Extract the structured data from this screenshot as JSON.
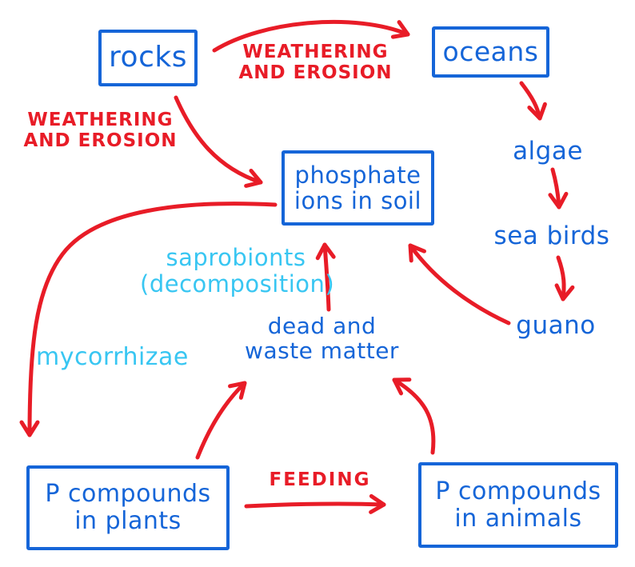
{
  "diagram": {
    "subject": "phosphorus cycle",
    "colors": {
      "node_blue": "#1565d8",
      "arrow_red": "#e81c27",
      "microbe_cyan": "#38c6f2",
      "background": "#ffffff"
    },
    "nodes": {
      "rocks": {
        "label": "rocks"
      },
      "oceans": {
        "label": "oceans"
      },
      "phosphate_soil": {
        "line1": "phosphate",
        "line2": "ions in soil"
      },
      "plants": {
        "line1": "P compounds",
        "line2": "in plants"
      },
      "animals": {
        "line1": "P compounds",
        "line2": "in animals"
      }
    },
    "terms": {
      "algae": "algae",
      "sea_birds": "sea birds",
      "guano": "guano",
      "dead_waste": {
        "line1": "dead and",
        "line2": "waste matter"
      }
    },
    "process_labels": {
      "weathering_top": {
        "line1": "WEATHERING",
        "line2": "AND EROSION"
      },
      "weathering_left": {
        "line1": "WEATHERING",
        "line2": "AND EROSION"
      },
      "feeding": "FEEDING",
      "saprobionts": {
        "line1": "saprobionts",
        "line2": "(decomposition)"
      },
      "mycorrhizae": "mycorrhizae"
    },
    "edges": [
      {
        "from": "rocks",
        "to": "oceans",
        "via": "weathering and erosion"
      },
      {
        "from": "rocks",
        "to": "phosphate ions in soil",
        "via": "weathering and erosion"
      },
      {
        "from": "oceans",
        "to": "algae"
      },
      {
        "from": "algae",
        "to": "sea birds"
      },
      {
        "from": "sea birds",
        "to": "guano"
      },
      {
        "from": "guano",
        "to": "phosphate ions in soil"
      },
      {
        "from": "phosphate ions in soil",
        "to": "P compounds in plants",
        "via": "mycorrhizae"
      },
      {
        "from": "P compounds in plants",
        "to": "P compounds in animals",
        "via": "feeding"
      },
      {
        "from": "P compounds in plants",
        "to": "dead and waste matter"
      },
      {
        "from": "P compounds in animals",
        "to": "dead and waste matter"
      },
      {
        "from": "dead and waste matter",
        "to": "phosphate ions in soil",
        "via": "saprobionts (decomposition)"
      }
    ]
  }
}
